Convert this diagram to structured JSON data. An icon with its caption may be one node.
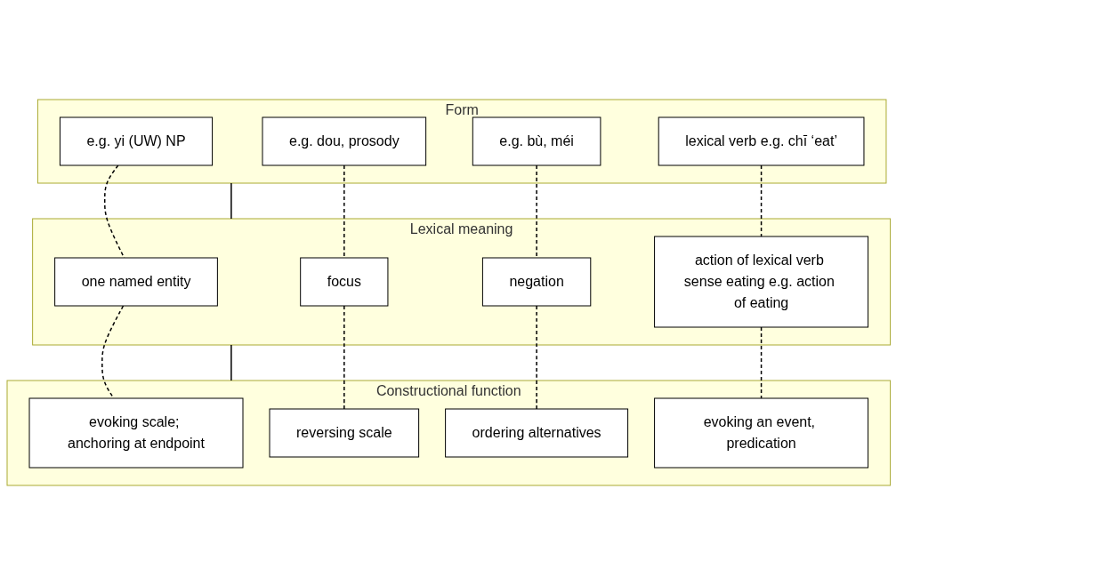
{
  "diagram": {
    "nodes": [
      {
        "text": [
          "Form"
        ]
      },
      {
        "text": [
          "e.g. yi (UW) NP"
        ],
        "in": 0
      },
      {
        "text": [
          "e.g. dou, prosody"
        ],
        "in": 0
      },
      {
        "text": [
          "e.g. bù, méi"
        ],
        "in": 0
      },
      {
        "text": [
          "lexical verb e.g. chī ‘eat’"
        ],
        "in": 0
      },
      {
        "text": [
          "Lexical meaning"
        ]
      },
      {
        "text": [
          "one named entity"
        ],
        "in": 5
      },
      {
        "text": [
          "focus"
        ],
        "in": 5
      },
      {
        "text": [
          "negation"
        ],
        "in": 5
      },
      {
        "text": [
          "action of lexical verb sense eating e.g. action of eating"
        ],
        "in": 5
      },
      {
        "text": [
          "Constructional function"
        ]
      },
      {
        "text": [
          "evoking scale; anchoring at endpoint"
        ],
        "in": 10
      },
      {
        "text": [
          "reversing scale"
        ],
        "in": 10
      },
      {
        "text": [
          "ordering alternatives"
        ],
        "in": 10
      },
      {
        "text": [
          "evoking an event, predication"
        ],
        "in": 10
      }
    ],
    "edges": [
      {
        "from": 0,
        "to": 5,
        "arrow": "none"
      },
      {
        "from": 5,
        "to": 10,
        "arrow": "none"
      },
      {
        "from": 1,
        "to": 6,
        "arrow": "none",
        "style": "dashed"
      },
      {
        "from": 6,
        "to": 11,
        "arrow": "none",
        "style": "dashed"
      },
      {
        "from": 2,
        "to": 7,
        "arrow": "none",
        "style": "dashed"
      },
      {
        "from": 7,
        "to": 12,
        "arrow": "none",
        "style": "dashed"
      },
      {
        "from": 3,
        "to": 8,
        "arrow": "none",
        "style": "dashed"
      },
      {
        "from": 8,
        "to": 13,
        "arrow": "none",
        "style": "dashed"
      },
      {
        "from": 4,
        "to": 9,
        "arrow": "none",
        "style": "dashed"
      },
      {
        "from": 9,
        "to": 14,
        "arrow": "none",
        "style": "dashed"
      }
    ]
  }
}
